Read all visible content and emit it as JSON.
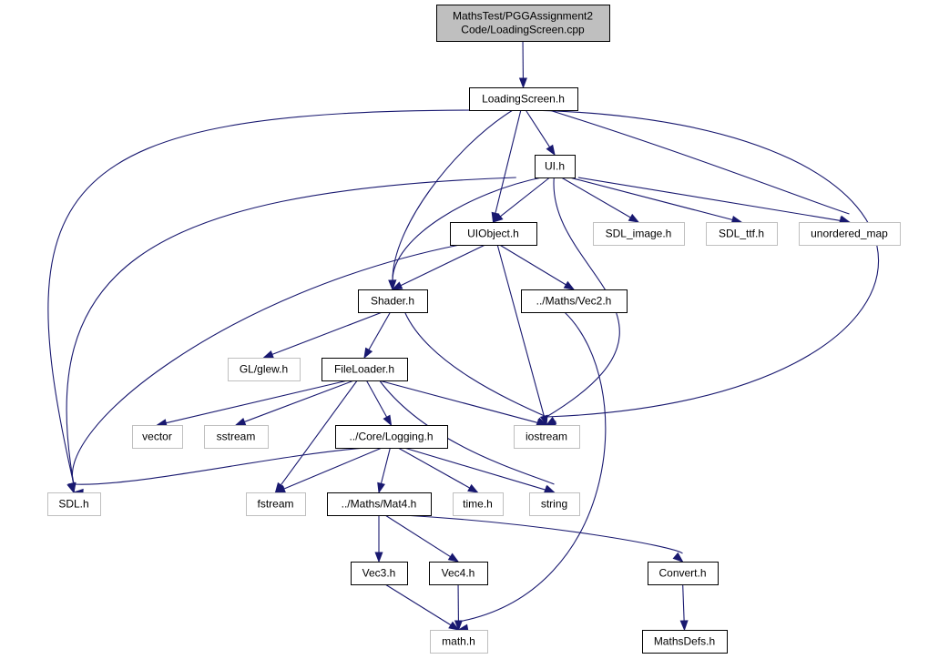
{
  "diagram": {
    "nodes": [
      {
        "id": "root",
        "lines": [
          "MathsTest/PGGAssignment2",
          "Code/LoadingScreen.cpp"
        ],
        "kind": "root"
      },
      {
        "id": "loadingscreen",
        "lines": [
          "LoadingScreen.h"
        ],
        "kind": "local"
      },
      {
        "id": "ui",
        "lines": [
          "UI.h"
        ],
        "kind": "local"
      },
      {
        "id": "uiobject",
        "lines": [
          "UIObject.h"
        ],
        "kind": "local"
      },
      {
        "id": "sdl_image",
        "lines": [
          "SDL_image.h"
        ],
        "kind": "external"
      },
      {
        "id": "sdl_ttf",
        "lines": [
          "SDL_ttf.h"
        ],
        "kind": "external"
      },
      {
        "id": "unordered_map",
        "lines": [
          "unordered_map"
        ],
        "kind": "external"
      },
      {
        "id": "shader",
        "lines": [
          "Shader.h"
        ],
        "kind": "local"
      },
      {
        "id": "vec2",
        "lines": [
          "../Maths/Vec2.h"
        ],
        "kind": "local"
      },
      {
        "id": "glew",
        "lines": [
          "GL/glew.h"
        ],
        "kind": "external"
      },
      {
        "id": "fileloader",
        "lines": [
          "FileLoader.h"
        ],
        "kind": "local"
      },
      {
        "id": "vector",
        "lines": [
          "vector"
        ],
        "kind": "external"
      },
      {
        "id": "sstream",
        "lines": [
          "sstream"
        ],
        "kind": "external"
      },
      {
        "id": "iostream",
        "lines": [
          "iostream"
        ],
        "kind": "external"
      },
      {
        "id": "logging",
        "lines": [
          "../Core/Logging.h"
        ],
        "kind": "local"
      },
      {
        "id": "sdl",
        "lines": [
          "SDL.h"
        ],
        "kind": "external"
      },
      {
        "id": "fstream",
        "lines": [
          "fstream"
        ],
        "kind": "external"
      },
      {
        "id": "mat4",
        "lines": [
          "../Maths/Mat4.h"
        ],
        "kind": "local"
      },
      {
        "id": "time",
        "lines": [
          "time.h"
        ],
        "kind": "external"
      },
      {
        "id": "string",
        "lines": [
          "string"
        ],
        "kind": "external"
      },
      {
        "id": "vec3",
        "lines": [
          "Vec3.h"
        ],
        "kind": "local"
      },
      {
        "id": "vec4",
        "lines": [
          "Vec4.h"
        ],
        "kind": "local"
      },
      {
        "id": "convert",
        "lines": [
          "Convert.h"
        ],
        "kind": "local"
      },
      {
        "id": "math",
        "lines": [
          "math.h"
        ],
        "kind": "external"
      },
      {
        "id": "mathsdefs",
        "lines": [
          "MathsDefs.h"
        ],
        "kind": "local"
      }
    ],
    "edges": [
      [
        "root",
        "loadingscreen"
      ],
      [
        "loadingscreen",
        "sdl"
      ],
      [
        "loadingscreen",
        "shader"
      ],
      [
        "loadingscreen",
        "uiobject"
      ],
      [
        "loadingscreen",
        "ui"
      ],
      [
        "loadingscreen",
        "unordered_map"
      ],
      [
        "loadingscreen",
        "iostream"
      ],
      [
        "ui",
        "sdl"
      ],
      [
        "ui",
        "shader"
      ],
      [
        "ui",
        "uiobject"
      ],
      [
        "ui",
        "sdl_image"
      ],
      [
        "ui",
        "sdl_ttf"
      ],
      [
        "ui",
        "unordered_map"
      ],
      [
        "ui",
        "iostream"
      ],
      [
        "uiobject",
        "sdl"
      ],
      [
        "uiobject",
        "shader"
      ],
      [
        "uiobject",
        "vec2"
      ],
      [
        "uiobject",
        "iostream"
      ],
      [
        "shader",
        "glew"
      ],
      [
        "shader",
        "fileloader"
      ],
      [
        "shader",
        "iostream"
      ],
      [
        "vec2",
        "math"
      ],
      [
        "fileloader",
        "vector"
      ],
      [
        "fileloader",
        "sstream"
      ],
      [
        "fileloader",
        "fstream"
      ],
      [
        "fileloader",
        "logging"
      ],
      [
        "fileloader",
        "iostream"
      ],
      [
        "fileloader",
        "string"
      ],
      [
        "logging",
        "sdl"
      ],
      [
        "logging",
        "fstream"
      ],
      [
        "logging",
        "mat4"
      ],
      [
        "logging",
        "time"
      ],
      [
        "logging",
        "string"
      ],
      [
        "mat4",
        "vec3"
      ],
      [
        "mat4",
        "vec4"
      ],
      [
        "mat4",
        "convert"
      ],
      [
        "vec3",
        "math"
      ],
      [
        "vec4",
        "math"
      ],
      [
        "convert",
        "mathsdefs"
      ]
    ]
  }
}
